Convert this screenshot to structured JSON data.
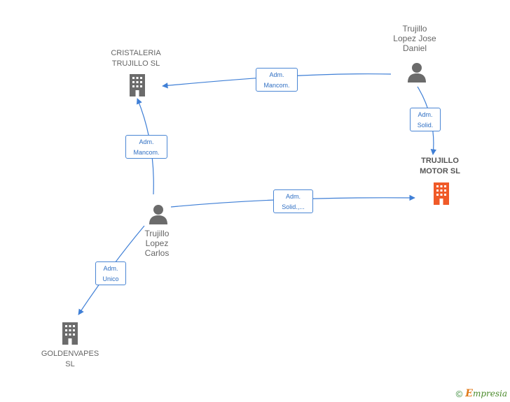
{
  "nodes": {
    "cristaleria": {
      "label": "CRISTALERIA\nTRUJILLO SL",
      "icon": "building-icon",
      "color": "#6b6b6b"
    },
    "trujillo_motor": {
      "label": "TRUJILLO\nMOTOR  SL",
      "icon": "building-icon",
      "color": "#f05a28"
    },
    "goldenvapes": {
      "label": "GOLDENVAPES\nSL",
      "icon": "building-icon",
      "color": "#6b6b6b"
    },
    "jose_daniel": {
      "label": "Trujillo\nLopez Jose\nDaniel",
      "icon": "person-icon",
      "color": "#6b6b6b"
    },
    "carlos": {
      "label": "Trujillo\nLopez\nCarlos",
      "icon": "person-icon",
      "color": "#6b6b6b"
    }
  },
  "edges": {
    "jose_to_cristaleria": {
      "line1": "Adm.",
      "line2": "Mancom."
    },
    "jose_to_motor": {
      "line1": "Adm.",
      "line2": "Solid."
    },
    "carlos_to_cristaleria": {
      "line1": "Adm.",
      "line2": "Mancom."
    },
    "carlos_to_motor": {
      "line1": "Adm.",
      "line2": "Solid.,..."
    },
    "carlos_to_goldenvapes": {
      "line1": "Adm.",
      "line2": "Unico"
    }
  },
  "footer": {
    "copyright": "©",
    "brand_initial": "E",
    "brand_rest": "mpresia"
  },
  "colors": {
    "edge": "#3f7fd6",
    "edge_label_border": "#4a86d4",
    "highlight": "#f05a28",
    "neutral": "#6b6b6b"
  }
}
